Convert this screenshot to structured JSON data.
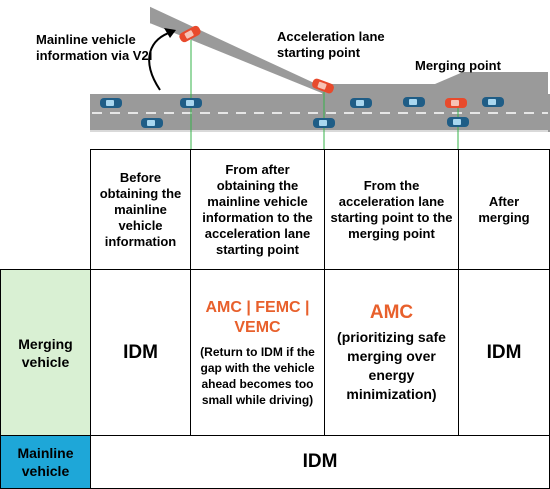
{
  "labels": {
    "mainline_info": "Mainline vehicle information via V2I",
    "accel_start": "Acceleration lane starting point",
    "merging_point": "Merging point"
  },
  "table": {
    "col_headers": [
      "Before obtaining the mainline vehicle information",
      "From after obtaining the mainline vehicle information to the acceleration lane starting point",
      "From the acceleration lane starting point to the merging point",
      "After merging"
    ],
    "merging_vehicle": {
      "label": "Merging vehicle",
      "c1": "IDM",
      "c2_title": "AMC | FEMC | VEMC",
      "c2_note": "(Return to IDM if the gap with the vehicle ahead becomes too small while driving)",
      "c3_title": "AMC",
      "c3_note": "(prioritizing safe merging over energy minimization)",
      "c4": "IDM"
    },
    "mainline_vehicle": {
      "label": "Mainline vehicle",
      "value": "IDM"
    }
  },
  "colors": {
    "merging_row_bg": "#d9f0d3",
    "mainline_row_bg": "#1ea7d8",
    "accent_text": "#e8602c",
    "road": "#9a9a9a",
    "mainline_car": "#1f5d86",
    "merging_car": "#e84a2c",
    "guide_line": "#35b34a"
  }
}
